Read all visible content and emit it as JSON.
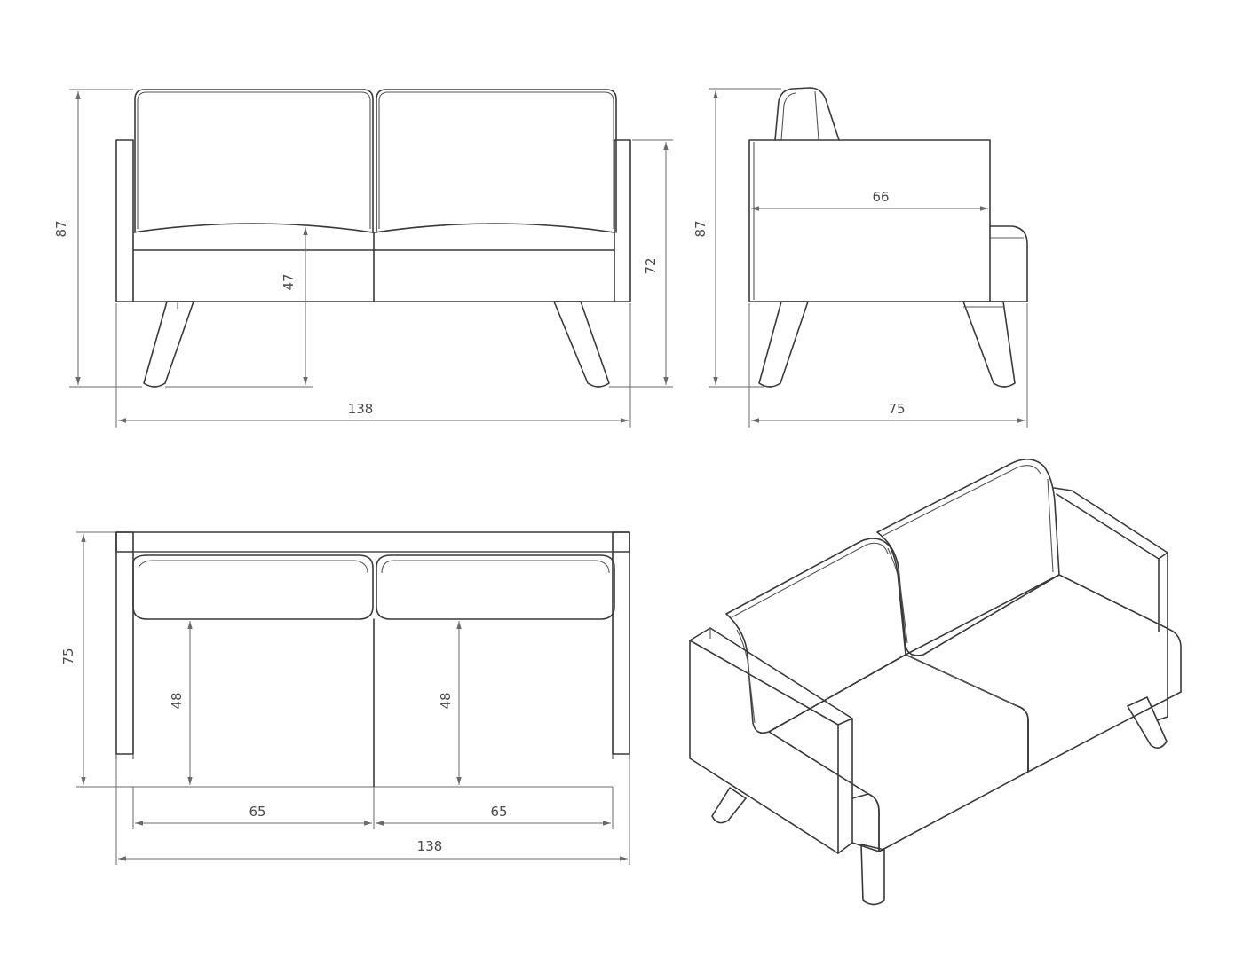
{
  "dimensions": {
    "front_height_total": "87",
    "front_seat_height": "47",
    "front_arm_height": "72",
    "front_width": "138",
    "side_height_total": "87",
    "side_seat_depth": "66",
    "side_depth_total": "75",
    "top_depth_total": "75",
    "top_cushion_depth_left": "48",
    "top_cushion_depth_right": "48",
    "top_cushion_width_left": "65",
    "top_cushion_width_right": "65",
    "top_width": "138"
  },
  "colors": {
    "line": "#3a3a3a",
    "dimension_line": "#6a6a6a",
    "background": "#ffffff"
  }
}
